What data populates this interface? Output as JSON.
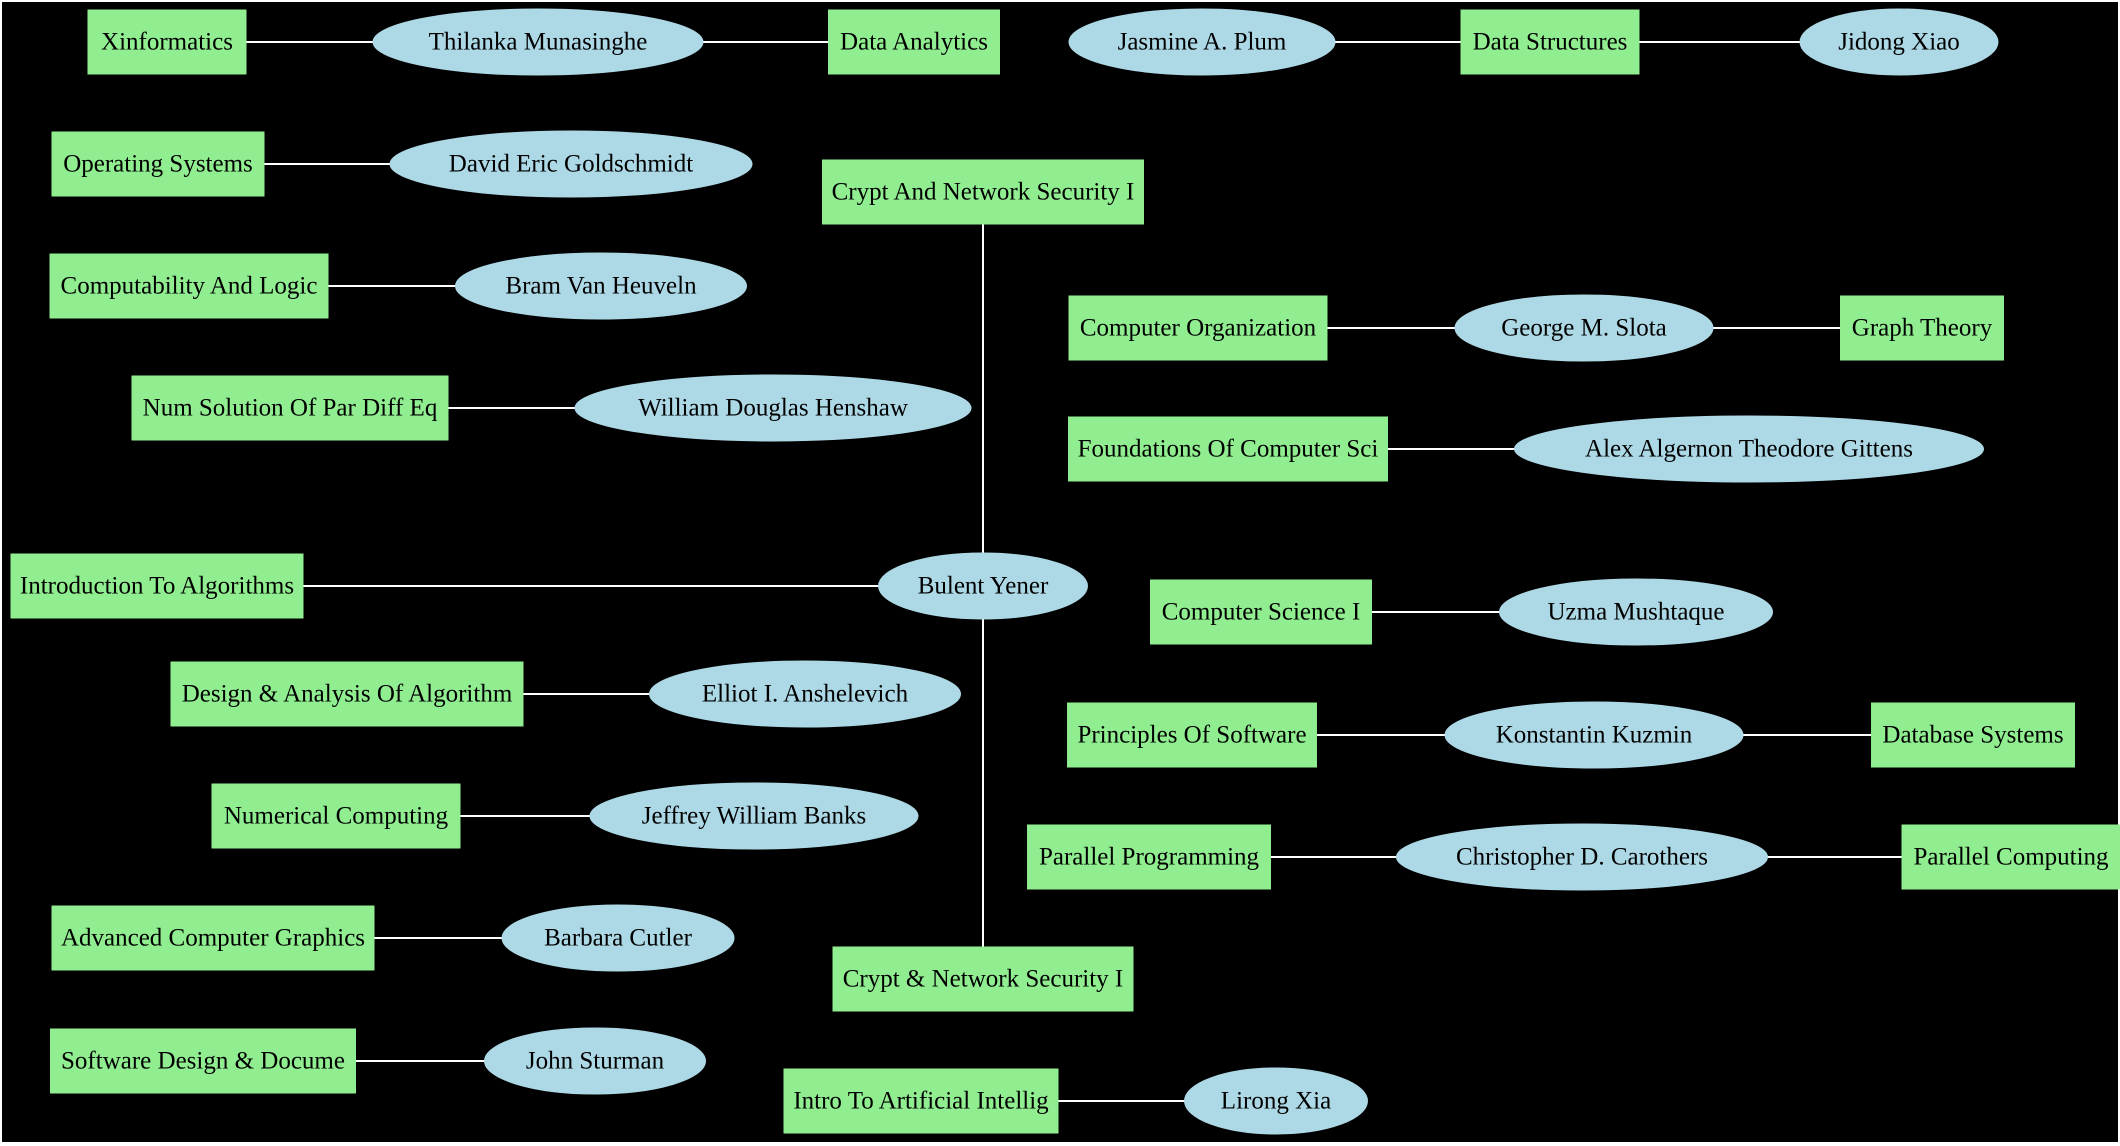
{
  "colors": {
    "background": "#000000",
    "course_fill": "#90ee90",
    "instructor_fill": "#add8e6",
    "edge": "#ffffff",
    "text": "#000000"
  },
  "courses": [
    {
      "id": "c_xinf",
      "label": "Xinformatics"
    },
    {
      "id": "c_da",
      "label": "Data Analytics"
    },
    {
      "id": "c_ds",
      "label": "Data Structures"
    },
    {
      "id": "c_os",
      "label": "Operating Systems"
    },
    {
      "id": "c_cns1",
      "label": "Crypt And Network Security I"
    },
    {
      "id": "c_cal",
      "label": "Computability And Logic"
    },
    {
      "id": "c_co",
      "label": "Computer Organization"
    },
    {
      "id": "c_gt",
      "label": "Graph Theory"
    },
    {
      "id": "c_nspde",
      "label": "Num Solution Of Par Diff Eq"
    },
    {
      "id": "c_focs",
      "label": "Foundations Of Computer Sci"
    },
    {
      "id": "c_ita",
      "label": "Introduction To Algorithms"
    },
    {
      "id": "c_cs1",
      "label": "Computer Science I"
    },
    {
      "id": "c_daa",
      "label": "Design & Analysis Of Algorithm"
    },
    {
      "id": "c_pos",
      "label": "Principles Of Software"
    },
    {
      "id": "c_dbs",
      "label": "Database Systems"
    },
    {
      "id": "c_nc",
      "label": "Numerical Computing"
    },
    {
      "id": "c_pp",
      "label": "Parallel Programming"
    },
    {
      "id": "c_pc",
      "label": "Parallel Computing"
    },
    {
      "id": "c_acg",
      "label": "Advanced Computer Graphics"
    },
    {
      "id": "c_cns2",
      "label": "Crypt & Network Security I"
    },
    {
      "id": "c_sdd",
      "label": "Software Design & Docume"
    },
    {
      "id": "c_iai",
      "label": "Intro To Artificial Intellig"
    }
  ],
  "instructors": [
    {
      "id": "i_tm",
      "label": "Thilanka Munasinghe"
    },
    {
      "id": "i_jap",
      "label": "Jasmine A. Plum"
    },
    {
      "id": "i_jx",
      "label": "Jidong Xiao"
    },
    {
      "id": "i_deg",
      "label": "David Eric Goldschmidt"
    },
    {
      "id": "i_bvh",
      "label": "Bram Van Heuveln"
    },
    {
      "id": "i_gms",
      "label": "George M. Slota"
    },
    {
      "id": "i_wdh",
      "label": "William Douglas Henshaw"
    },
    {
      "id": "i_aatg",
      "label": "Alex Algernon Theodore Gittens"
    },
    {
      "id": "i_by",
      "label": "Bulent Yener"
    },
    {
      "id": "i_um",
      "label": "Uzma Mushtaque"
    },
    {
      "id": "i_eia",
      "label": "Elliot I. Anshelevich"
    },
    {
      "id": "i_kk",
      "label": "Konstantin Kuzmin"
    },
    {
      "id": "i_jwb",
      "label": "Jeffrey William Banks"
    },
    {
      "id": "i_cdc",
      "label": "Christopher D. Carothers"
    },
    {
      "id": "i_bc",
      "label": "Barbara Cutler"
    },
    {
      "id": "i_js",
      "label": "John Sturman"
    },
    {
      "id": "i_lx",
      "label": "Lirong Xia"
    }
  ],
  "edges": [
    [
      "c_xinf",
      "i_tm"
    ],
    [
      "i_tm",
      "c_da"
    ],
    [
      "i_jap",
      "c_ds"
    ],
    [
      "c_ds",
      "i_jx"
    ],
    [
      "c_os",
      "i_deg"
    ],
    [
      "c_cal",
      "i_bvh"
    ],
    [
      "c_co",
      "i_gms"
    ],
    [
      "i_gms",
      "c_gt"
    ],
    [
      "c_nspde",
      "i_wdh"
    ],
    [
      "c_focs",
      "i_aatg"
    ],
    [
      "c_cns1",
      "i_by"
    ],
    [
      "c_ita",
      "i_by"
    ],
    [
      "i_by",
      "c_cns2"
    ],
    [
      "c_cs1",
      "i_um"
    ],
    [
      "c_daa",
      "i_eia"
    ],
    [
      "c_pos",
      "i_kk"
    ],
    [
      "i_kk",
      "c_dbs"
    ],
    [
      "c_nc",
      "i_jwb"
    ],
    [
      "c_pp",
      "i_cdc"
    ],
    [
      "i_cdc",
      "c_pc"
    ],
    [
      "c_acg",
      "i_bc"
    ],
    [
      "c_sdd",
      "i_js"
    ],
    [
      "c_iai",
      "i_lx"
    ]
  ]
}
